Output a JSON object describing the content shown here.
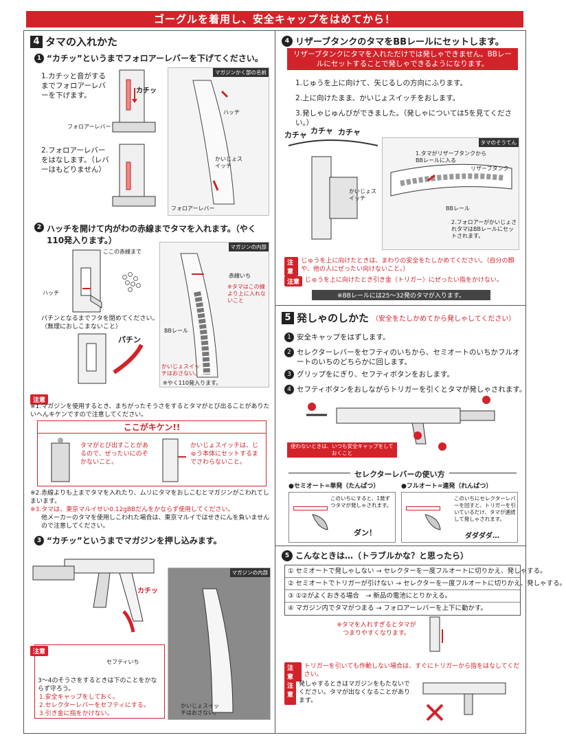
{
  "banner": "ゴーグルを着用し、安全キャップをはめてから！",
  "sec4": {
    "num": "4",
    "title": "タマの入れかた",
    "step1": {
      "num": "1",
      "text": "“カチッ”というまでフォロアーレバーを下げてください。",
      "a": "1.カチッと音がするまでフォロアーレバーを下げます。",
      "b": "2.フォロアーレバーをはなします。（レバーはもどりません）",
      "lbl_follower": "フォロアーレバー",
      "lbl_kachi": "カチッ",
      "tag": "マガジンかく部の名前",
      "lbl_hatch": "ハッチ",
      "lbl_switch": "かいじょスイッチ",
      "lbl_follower2": "フォロアーレバー"
    },
    "step2": {
      "num": "2",
      "text": "ハッチを開けて内がわの赤線までタマを入れます。（やく110発入ります。）",
      "lbl_redline": "ここの赤線まで",
      "lbl_hatch": "ハッチ",
      "close": "パチンとなるまでフタを閉めてください。（無理におしこまないこと）",
      "pachin": "パチン",
      "tag": "マガジンの内部",
      "lbl_red": "赤線いち",
      "lbl_note": "※タマはこの線より上に入れないこと",
      "lbl_bb": "BBレール",
      "lbl_sw": "かいじょスイッチはおさない。",
      "count": "※やく110発入ります。"
    },
    "caution": "注意",
    "note1": "※1.マガジンを使用するとき、まちがったそうさをするとタマがとび出ることがありたいへんキケンですので注意してください。",
    "danger_title": "ここがキケン!!",
    "danger_a": "タマがとび出すことがあるので、ぜったいにのぞかないこと。",
    "danger_b": "かいじょスイッチは、じゅう本体にセットするまでさわらないこと。",
    "note2": "※2.赤線よりも上までタマを入れたり、ムリにタマをおしこむとマガジンがこわれてしまいます。",
    "note3a": "※3.タマは、東京マルイせい0.12gBBだんをかならず使用してください。",
    "note3b": "他メーカーのタマを使用しこわれた場合は、東京マルイではせきにんを負いませんので注意してください。",
    "step3": {
      "num": "3",
      "text": "“カチッ”というまでマガジンを押し込みます。",
      "kachi": "カチッ",
      "tag": "マガジンの内部",
      "safety": "セフティいち",
      "must": "3〜4のそうさをするときは下のことをかならず守ろう。",
      "r1": "1.安全キャップをしておく。",
      "r2": "2.セレクターレバーをセフティにする。",
      "r3": "3.引き金に指をかけない。",
      "sw": "かいじょスイッチはおさない。"
    }
  },
  "sec4r": {
    "num": "4",
    "title": "リザーブタンクのタマをBBレールにセットします。",
    "warn": "リザーブタンクにタマを入れただけでは発しゃできません。BBレールにセットすることで発しゃできるようになります。",
    "s1": "1.じゅうを上に向けて、矢じるしの方向にふります。",
    "s2": "2.上に向けたまま、かいじょスイッチをおします。",
    "s3": "3.発しゃじゅんびができました。（発しゃについては5を見てください。）",
    "kacha1": "カチャ",
    "kacha2": "カチャ",
    "kacha3": "カチャ",
    "lbl_sw": "かいじょスイッチ",
    "tag": "タマのそうてん",
    "lbl1": "1.タマがリザーブタンクからBBレールに入る",
    "lbl_res": "リザーブタンク",
    "lbl_bb": "BBレール",
    "lbl2": "2.フォロアーがかいじょされタマはBBレールにセットされます。",
    "c1": "じゅうを上に向けたときは、まわりの安全をたしかめてください。（自分の顔や、他の人にぜったい向けないこと。）",
    "c2": "じゅうを上に向けたとき引き金（トリガー）にぜったい指をかけない。",
    "bbnote": "※BBレールには25〜32発のタマが入ります。"
  },
  "sec5": {
    "num": "5",
    "title": "発しゃのしかた",
    "sub": "（安全をたしかめてから発しゃしてください）",
    "s1": "安全キャップをはずします。",
    "s2": "セレクターレバーをセフティのいちから、セミオートのいちかフルオートのいちのどちらかに回します。",
    "s3": "グリップをにぎり、セフティボタンをおします。",
    "s4": "セフティボタンをおしながらトリガーを引くとタマが発しゃされます。",
    "unused": "使わないときは、いつも安全キャップをしておくこと",
    "selector": "セレクターレバーの使い方",
    "semi": "●セミオート=単発（たんぱつ）",
    "full": "●フルオート=連発（れんばつ）",
    "semi_d": "このいちにすると、1発ずつタマが発しゃされます。",
    "full_d": "このいちにセレクターレバーを回すと、トリガーを引いているだけ、タマが連続して発しゃされます。",
    "dan": "ダン！",
    "dadada": "ダダダダ…"
  },
  "sec6": {
    "num": "5",
    "title": "こんなときは…（トラブルかな？と思ったら）",
    "rows": [
      "① セミオートで発しゃしない → セレクターを一度フルオートに切りかえ、発しゃする。",
      "② セミオートでトリガーが引けない → セレクターを一度フルオートに切りかえ、発しゃする。",
      "③ ①②がよくおきる場合　→ 新品の電池にとりかえる。",
      "④ マガジン内でタマがつまる → フォロアーレバーを上下に動かす。"
    ],
    "jam": "※タマを入れすぎるとタマがつまりやすくなります。",
    "c1": "トリガーを引いても作動しない場合は、すぐにトリガーから指をはなしてください。",
    "c2": "発しゃするときはマガジンをもたないでください。タマが出なくなることがあります。"
  }
}
